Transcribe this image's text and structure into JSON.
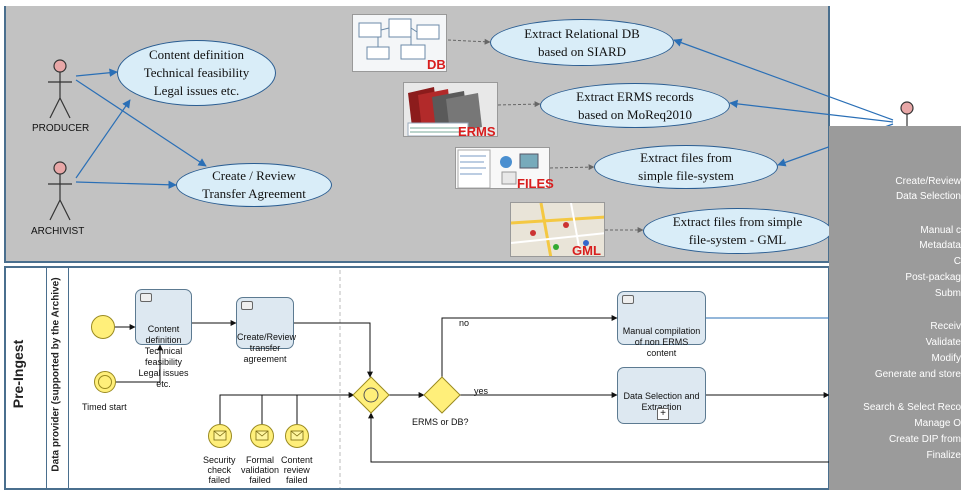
{
  "use_case": {
    "actors": [
      {
        "label": "PRODUCER"
      },
      {
        "label": "ARCHIVIST"
      }
    ],
    "ellipses": [
      {
        "text": "Content definition\nTechnical feasibility\nLegal issues etc."
      },
      {
        "text": "Create / Review\nTransfer Agreement"
      },
      {
        "text": "Extract Relational DB\nbased on SIARD"
      },
      {
        "text": "Extract ERMS records\nbased on MoReq2010"
      },
      {
        "text": "Extract files from\nsimple file-system"
      },
      {
        "text": "Extract files from simple\nfile-system - GML"
      }
    ],
    "thumb_tags": [
      "DB",
      "ERMS",
      "FILES",
      "GML"
    ]
  },
  "bpmn": {
    "pool_title": "Pre-Ingest",
    "lane_title": "Data provider (supported by the Archive)",
    "tasks": [
      {
        "text": "Content definition\nTechnical\nfeasibility\nLegal issues etc."
      },
      {
        "text": "Create/Review\ntransfer\nagreement"
      },
      {
        "text": "Manual compilation\nof non ERMS\ncontent"
      },
      {
        "text": "Data Selection and\nExtraction"
      }
    ],
    "timer_label": "Timed start",
    "gateway_label": "ERMS or DB?",
    "flow_no": "no",
    "flow_yes": "yes",
    "message_events": [
      {
        "label": "Security\ncheck\nfailed"
      },
      {
        "label": "Formal\nvalidation\nfailed"
      },
      {
        "label": "Content\nreview\nfailed"
      }
    ]
  },
  "right_panel": {
    "items": [
      "Create/Review",
      "Data Selection",
      "Manual c",
      "Metadata",
      "C",
      "Post-packag",
      "Subm",
      "Receiv",
      "Validate",
      "Modify",
      "Generate and store",
      "Search & Select Reco",
      "Manage O",
      "Create DIP from",
      "Finalize"
    ]
  },
  "colors": {
    "use_case_bg": "#c2c2c2",
    "frame_border": "#4a6f8e",
    "ellipse_fill": "#d9edf8",
    "ellipse_border": "#2a5d92",
    "task_fill": "#dde8f1",
    "event_fill": "#ffef7a",
    "tag_red": "#d81d1d",
    "right_panel_bg": "#9b9b9b"
  }
}
